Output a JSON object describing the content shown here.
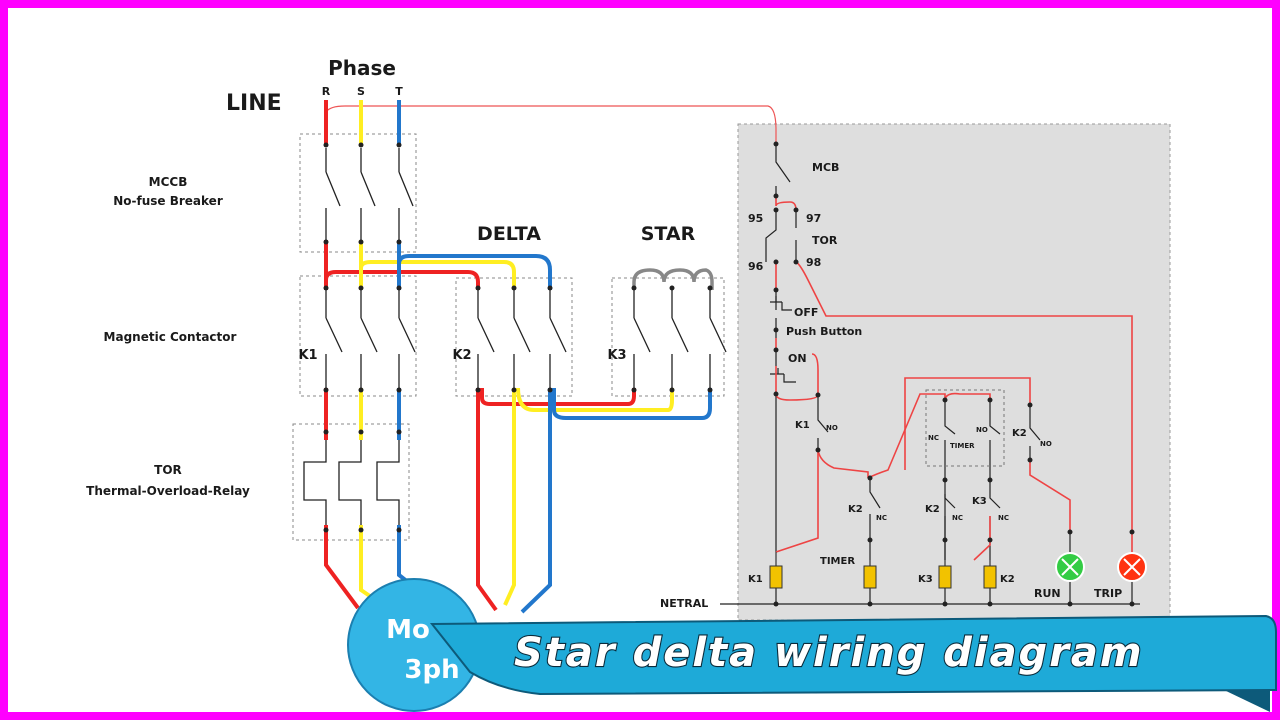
{
  "phase_title": "Phase",
  "phases": [
    "R",
    "S",
    "T"
  ],
  "line_label": "LINE",
  "power_labels": {
    "mccb_1": "MCCB",
    "mccb_2": "No-fuse Breaker",
    "contactor": "Magnetic Contactor",
    "tor_1": "TOR",
    "tor_2": "Thermal-Overload-Relay"
  },
  "group_titles": {
    "delta": "DELTA",
    "star": "STAR"
  },
  "contactors": [
    "K1",
    "K2",
    "K3"
  ],
  "motor": {
    "line1": "Mo",
    "line2": "3ph"
  },
  "control": {
    "mcb": "MCB",
    "tor": "TOR",
    "tor_terminals": [
      "95",
      "97",
      "96",
      "98"
    ],
    "off": "OFF",
    "push_button": "Push Button",
    "on": "ON",
    "k1_no": {
      "k": "K1",
      "t": "NO"
    },
    "k2_nc": {
      "k": "K2",
      "t": "NC"
    },
    "timer_block": {
      "nc": "NC",
      "timer": "TIMER",
      "no": "NO"
    },
    "k2_nc2": {
      "k": "K2",
      "t": "NC"
    },
    "k3_nc": {
      "k": "K3",
      "t": "NC"
    },
    "k2_no": {
      "k": "K2",
      "t": "NO"
    },
    "coils": [
      "K1",
      "TIMER",
      "K3",
      "K2"
    ],
    "neutral": "NETRAL",
    "lamps": [
      "RUN",
      "TRIP"
    ]
  },
  "banner": "Star delta wiring diagram",
  "colors": {
    "frame": "#ff00ff",
    "phase_r": "#ee2222",
    "phase_s": "#ffee22",
    "phase_t": "#2277cc",
    "control_wire": "#ee4444",
    "panel": "#dedede",
    "run_lamp": "#33cc44",
    "trip_lamp": "#ff3311",
    "motor": "#33b5e5",
    "banner": "#1eaad8"
  }
}
